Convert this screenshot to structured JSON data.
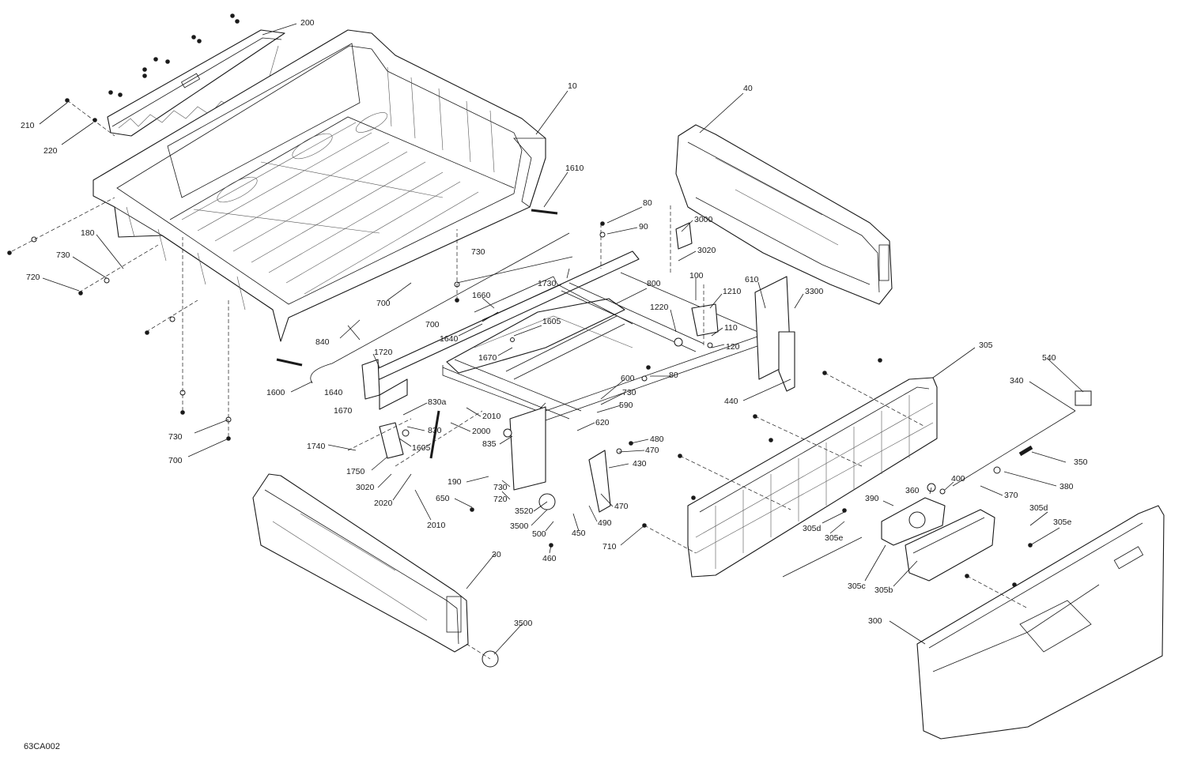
{
  "drawing_code": "63CA002",
  "callouts": [
    "200",
    "210",
    "220",
    "10",
    "40",
    "1610",
    "80",
    "90",
    "3000",
    "3020",
    "180",
    "730",
    "720",
    "700",
    "1730",
    "800",
    "100",
    "1210",
    "610",
    "3300",
    "1660",
    "1605",
    "1640",
    "1670",
    "1220",
    "110",
    "120",
    "840",
    "1720",
    "1600",
    "80",
    "600",
    "730",
    "590",
    "305",
    "540",
    "340",
    "830a",
    "2010",
    "830",
    "2000",
    "620",
    "1740",
    "1605",
    "480",
    "470",
    "430",
    "835",
    "1750",
    "3020",
    "190",
    "730",
    "720",
    "2020",
    "650",
    "3520",
    "3500",
    "470",
    "490",
    "500",
    "450",
    "2010",
    "460",
    "440",
    "400",
    "360",
    "350",
    "380",
    "370",
    "390",
    "305d",
    "305e",
    "305c",
    "305b",
    "305d",
    "305e",
    "710",
    "730",
    "700",
    "30",
    "3500",
    "300"
  ]
}
